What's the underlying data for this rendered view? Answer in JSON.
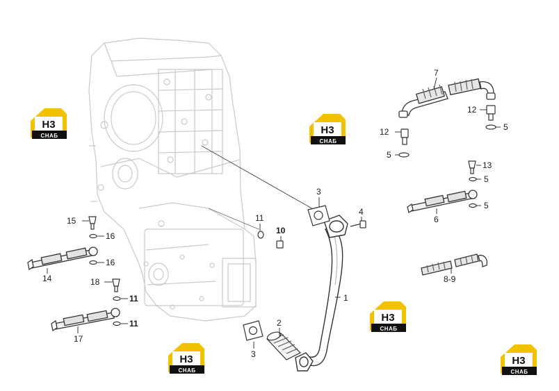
{
  "logo": {
    "mark": "H3",
    "text": "СНАБ",
    "colors": {
      "yellow": "#f2c200",
      "black": "#111111"
    }
  },
  "callouts": [
    {
      "text": "1"
    },
    {
      "text": "2"
    },
    {
      "text": "3"
    },
    {
      "text": "3"
    },
    {
      "text": "4"
    },
    {
      "text": "5"
    },
    {
      "text": "5"
    },
    {
      "text": "5"
    },
    {
      "text": "5"
    },
    {
      "text": "6"
    },
    {
      "text": "7"
    },
    {
      "text": "8-9"
    },
    {
      "text": "10"
    },
    {
      "text": "11"
    },
    {
      "text": "11"
    },
    {
      "text": "11"
    },
    {
      "text": "12"
    },
    {
      "text": "12"
    },
    {
      "text": "13"
    },
    {
      "text": "14"
    },
    {
      "text": "15"
    },
    {
      "text": "16"
    },
    {
      "text": "16"
    },
    {
      "text": "17"
    },
    {
      "text": "18"
    }
  ]
}
